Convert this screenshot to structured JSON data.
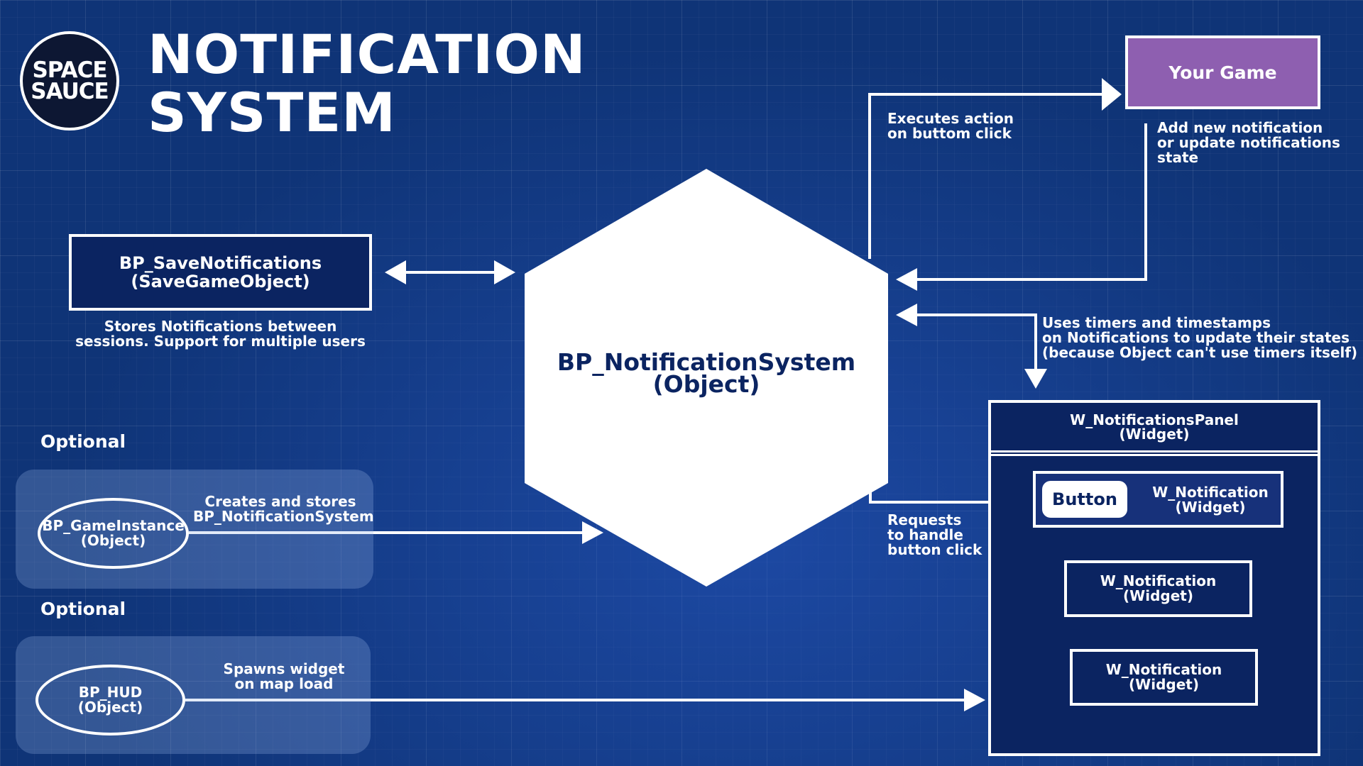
{
  "header": {
    "logo_line1": "SPACE",
    "logo_line2": "SAUCE",
    "title_line1": "NOTIFICATION",
    "title_line2": "SYSTEM"
  },
  "nodes": {
    "save_notifications": {
      "line1": "BP_SaveNotifications",
      "line2": "(SaveGameObject)"
    },
    "notification_system": {
      "line1": "BP_NotificationSystem",
      "line2": "(Object)"
    },
    "your_game": {
      "label": "Your Game"
    },
    "notifications_panel": {
      "line1": "W_NotificationsPanel",
      "line2": "(Widget)"
    },
    "notifications": [
      {
        "line1": "W_Notification",
        "line2": "(Widget)",
        "button_label": "Button"
      },
      {
        "line1": "W_Notification",
        "line2": "(Widget)"
      },
      {
        "line1": "W_Notification",
        "line2": "(Widget)"
      }
    ],
    "game_instance": {
      "line1": "BP_GameInstance",
      "line2": "(Object)"
    },
    "hud": {
      "line1": "BP_HUD",
      "line2": "(Object)"
    }
  },
  "groups": {
    "optional_1": "Optional",
    "optional_2": "Optional"
  },
  "annotations": {
    "save_note": {
      "line1": "Stores Notifications between",
      "line2": "sessions. Support for multiple users"
    },
    "executes": {
      "line1": "Executes action",
      "line2": "on buttom click"
    },
    "add_new": {
      "line1": "Add new notification",
      "line2": "or update notifications",
      "line3": "state"
    },
    "timers": {
      "line1": "Uses timers and timestamps",
      "line2": "on Notifications to update their states",
      "line3": "(because Object can't use timers itself)"
    },
    "requests": {
      "line1": "Requests",
      "line2": "to handle",
      "line3": "button click"
    },
    "creates": {
      "line1": "Creates and stores",
      "line2": "BP_NotificationSystem"
    },
    "spawns": {
      "line1": "Spawns widget",
      "line2": "on map load"
    }
  },
  "colors": {
    "background": "#0f3477",
    "navy_box": "#0b2461",
    "your_game_box": "#8e5fb0",
    "stroke": "#ffffff"
  }
}
